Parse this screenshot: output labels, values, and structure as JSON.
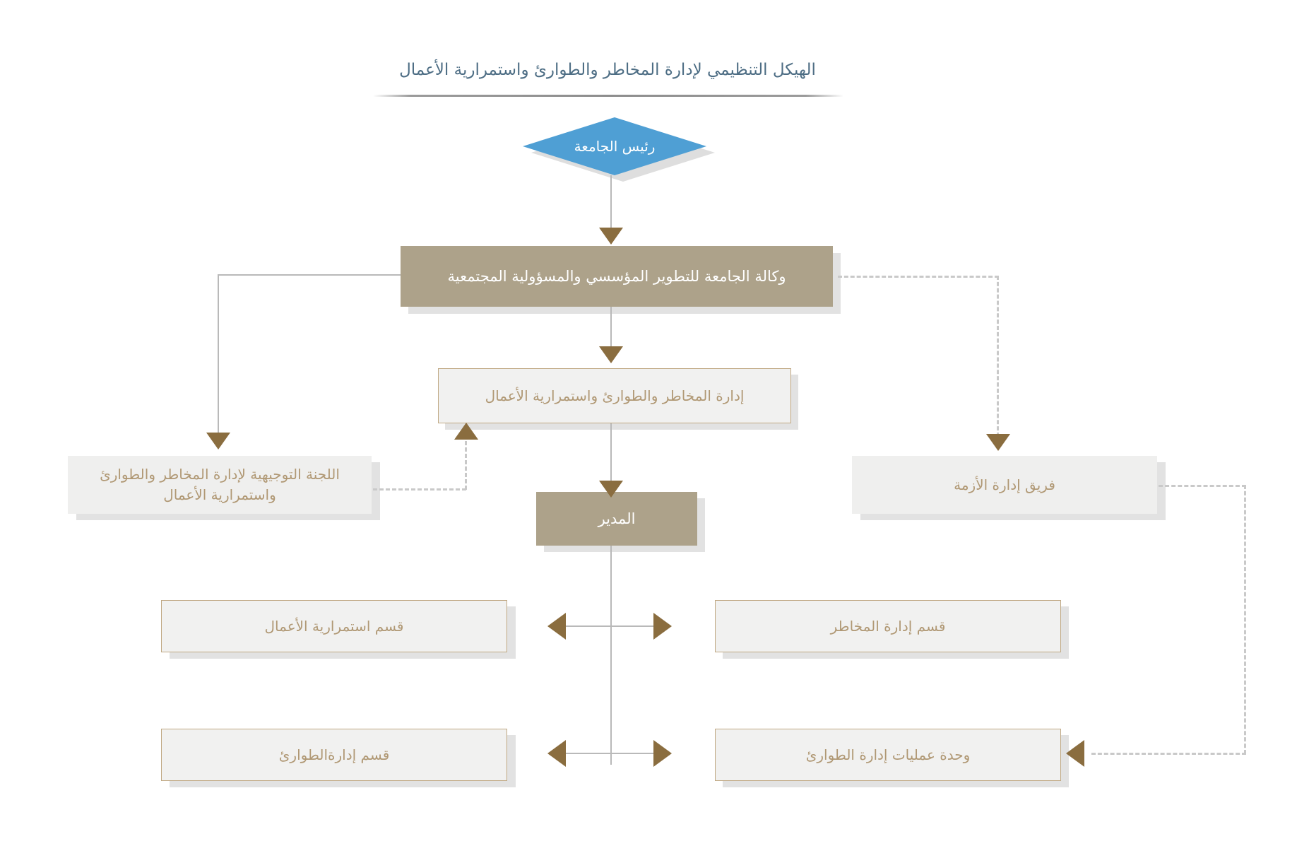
{
  "diagram": {
    "title": "الهيكل التنظيمي لإدارة المخاطر والطوارئ واستمرارية الأعمال",
    "colors": {
      "title_text": "#4d6d84",
      "hexagon_fill": "#4f9fd4",
      "filled_box": "#ada28a",
      "outline_box_border": "#c0a883",
      "outline_box_text": "#b09874",
      "arrow": "#8a6d3f",
      "solid_line": "#b9b9b9",
      "dashed_line": "#c9c9c9",
      "shadow": "#e2e2e2",
      "background": "#ffffff"
    },
    "nodes": {
      "president": "رئيس الجامعة",
      "agency": "وكالة الجامعة للتطوير المؤسسي والمسؤولية المجتمعية",
      "department": "إدارة المخاطر والطوارئ واستمرارية الأعمال",
      "steering_committee": "اللجنة التوجيهية لإدارة المخاطر والطوارئ واستمرارية الأعمال",
      "crisis_team": "فريق إدارة الأزمة",
      "director": "المدير",
      "business_continuity_section": "قسم استمرارية الأعمال",
      "risk_management_section": "قسم إدارة المخاطر",
      "emergency_management_section": "قسم إدارةالطوارئ",
      "emergency_operations_unit": "وحدة عمليات إدارة الطوارئ"
    }
  }
}
